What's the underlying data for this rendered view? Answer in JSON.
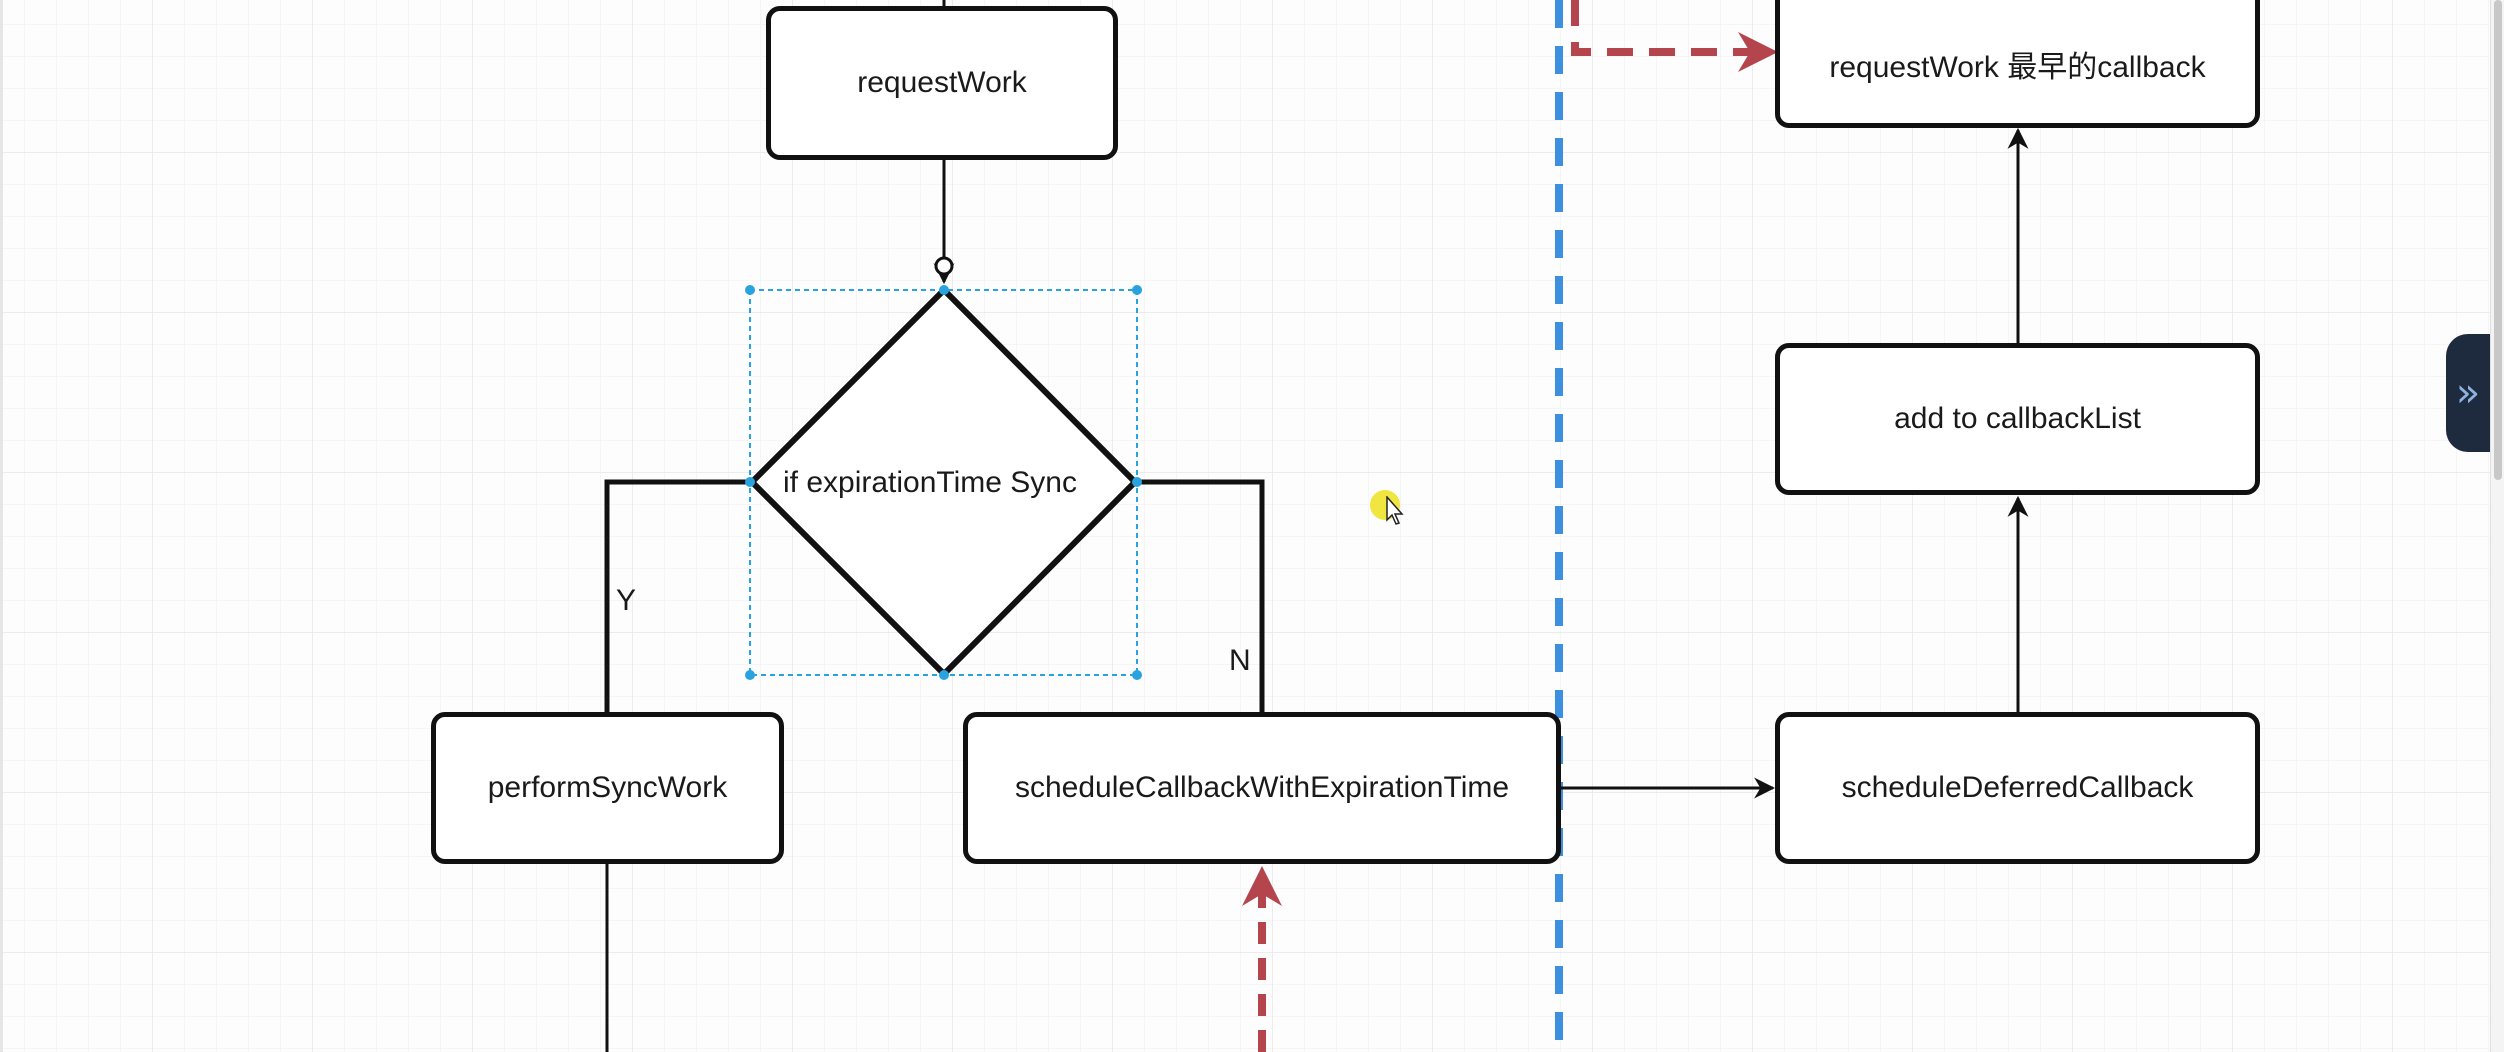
{
  "diagram": {
    "nodes": {
      "request_work": "requestWork",
      "decision": "if expirationTime Sync",
      "perform_sync_work": "performSyncWork",
      "schedule_callback": "scheduleCallbackWithExpirationTime",
      "schedule_deferred": "scheduleDeferredCallback",
      "add_to_list": "add to callbackList",
      "earliest_callback": "requestWork 最早的callback"
    },
    "edge_labels": {
      "yes": "Y",
      "no": "N"
    }
  },
  "ui": {
    "side_panel_toggle_icon": "double-chevron-right-icon",
    "side_panel_toggle_glyph": "»"
  },
  "colors": {
    "stroke": "#111111",
    "selection": "#29a3e0",
    "swimlane_divider": "#3d8fe0",
    "dashed_arrow": "#b5454d",
    "cursor_highlight": "#eee01e"
  }
}
